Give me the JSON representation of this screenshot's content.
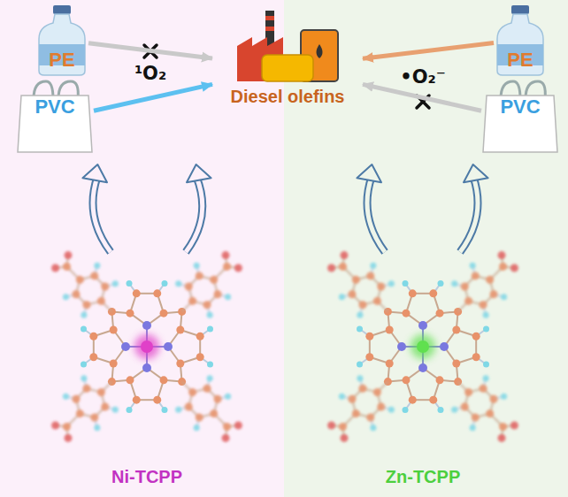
{
  "diagram": {
    "nodes": [
      {
        "text": [
          "PE"
        ]
      },
      {
        "text": [
          "PVC"
        ]
      },
      {
        "text": [
          "Diesel olefins"
        ]
      },
      {
        "text": [
          "PE"
        ]
      },
      {
        "text": [
          "PVC"
        ]
      },
      {
        "text": [
          "Ni-TCPP"
        ]
      },
      {
        "text": [
          "Zn-TCPP"
        ]
      }
    ],
    "edges": [
      {
        "from": 0,
        "to": 2,
        "arrow": "to"
      },
      {
        "from": 1,
        "to": 2,
        "arrow": "to"
      },
      {
        "from": 3,
        "to": 2,
        "arrow": "to"
      },
      {
        "from": 4,
        "to": 2,
        "arrow": "to"
      }
    ],
    "labels": [
      "¹O₂",
      "•O₂⁻"
    ]
  }
}
